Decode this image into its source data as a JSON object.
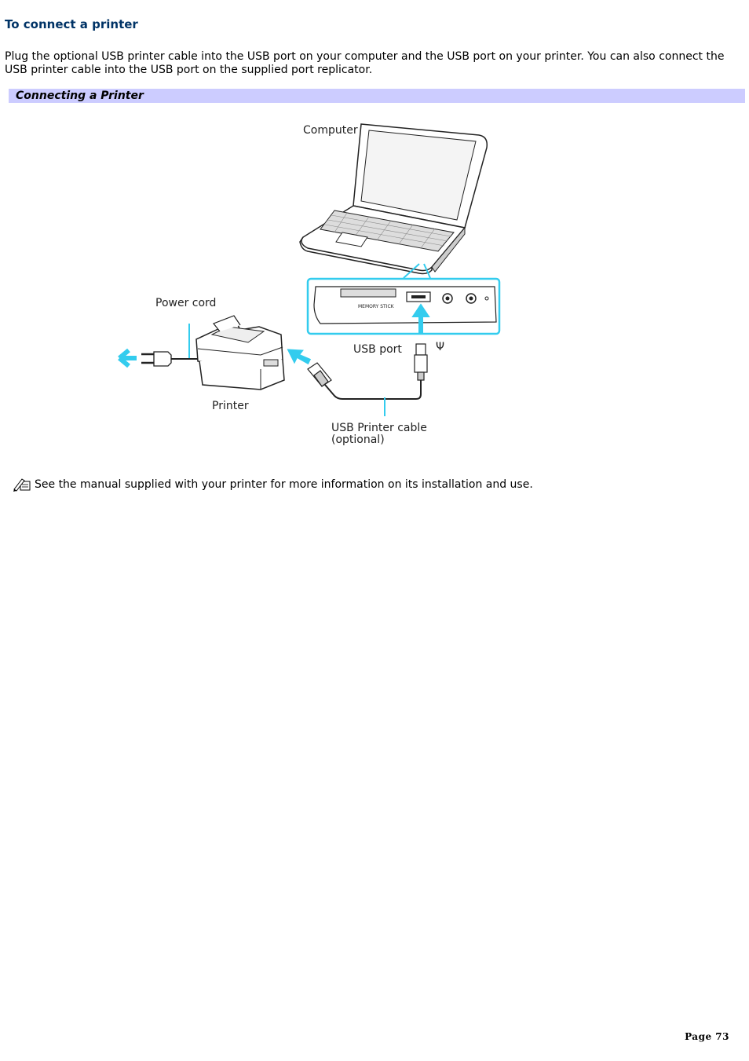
{
  "page": {
    "title": "To connect a printer",
    "intro": "Plug the optional USB printer cable into the USB port on your computer and the USB port on your printer. You can also connect the USB printer cable into the USB port on the supplied port replicator.",
    "caption": "Connecting a Printer",
    "note_icon": "pencil-note-icon",
    "note": "See the manual supplied with your printer for more information on its installation and use.",
    "page_label": "Page 73"
  },
  "figure": {
    "labels": {
      "computer": "Computer",
      "power_cord": "Power cord",
      "usb_port": "USB port",
      "printer": "Printer",
      "cable_line1": "USB Printer cable",
      "cable_line2": "(optional)",
      "memory_stick": "MEMORY STICK"
    },
    "colors": {
      "accent": "#33ccee",
      "line": "#222222"
    }
  }
}
